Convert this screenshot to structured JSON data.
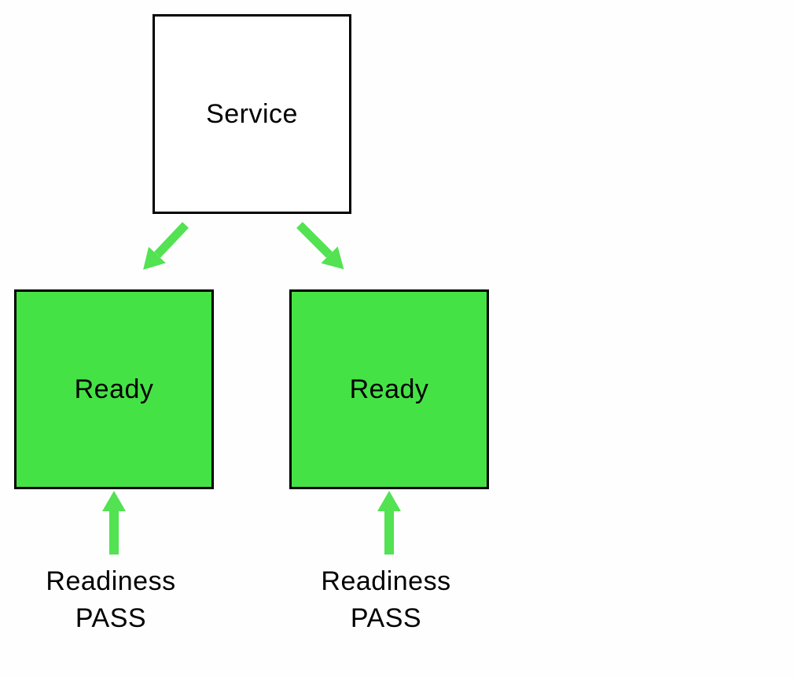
{
  "diagram": {
    "service": {
      "label": "Service"
    },
    "pods": [
      {
        "label": "Ready",
        "caption_line1": "Readiness",
        "caption_line2": "PASS"
      },
      {
        "label": "Ready",
        "caption_line1": "Readiness",
        "caption_line2": "PASS"
      }
    ],
    "colors": {
      "ready_fill": "#45E245",
      "arrow_green": "#52E252",
      "border": "#000000",
      "text": "#000000",
      "background": "#FEFEFE"
    }
  }
}
